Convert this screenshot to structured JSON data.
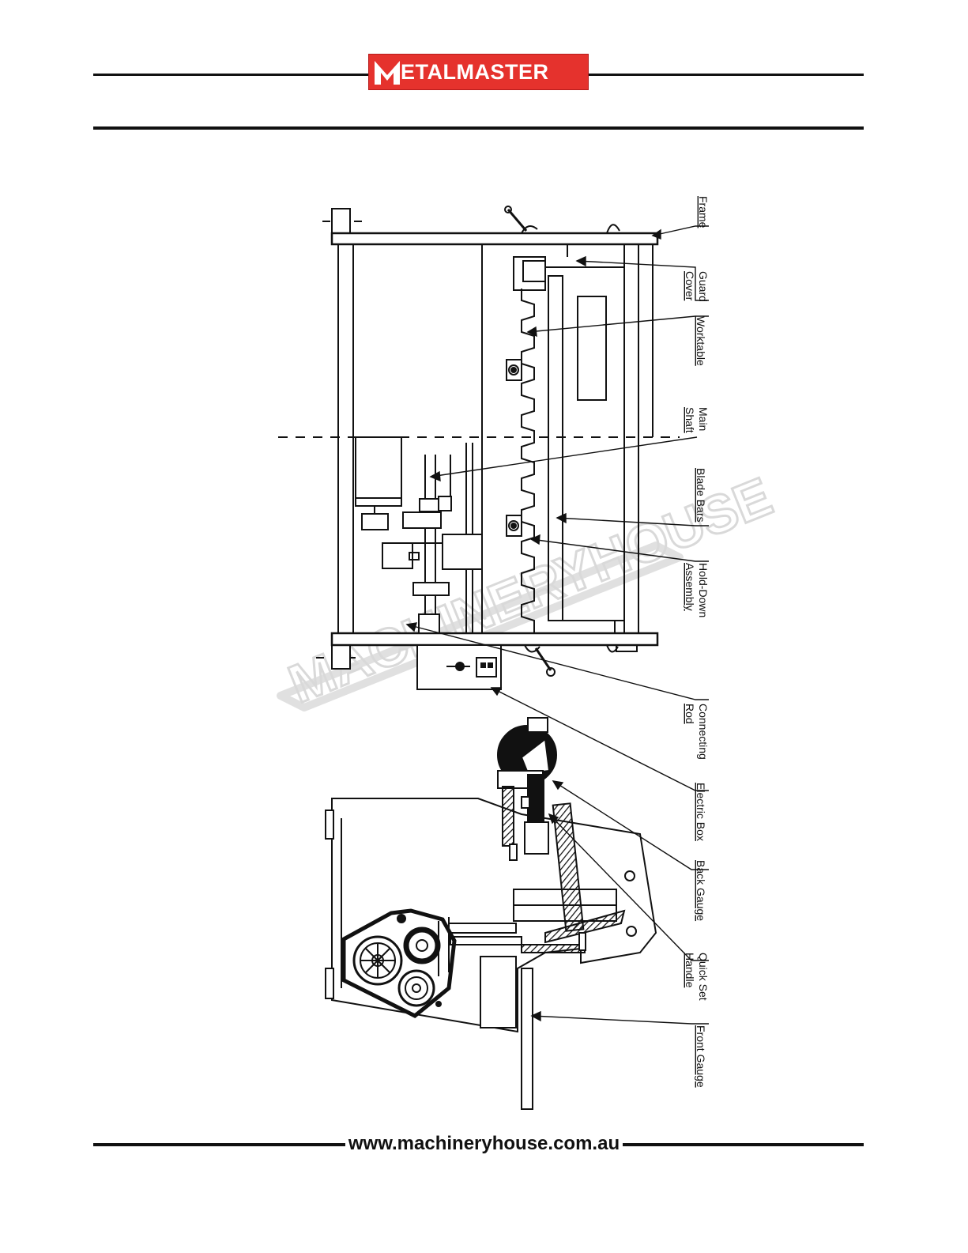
{
  "header": {
    "brand": "ETALMASTER",
    "brand_full": "METALMASTER",
    "brand_color": "#e5322d"
  },
  "diagram": {
    "labels": {
      "frame": "Frame",
      "guard_cover_1": "Guard",
      "guard_cover_2": "Cover",
      "worktable": "Worktable",
      "main_shaft_1": "Main",
      "main_shaft_2": "Shaft",
      "blade_bars": "Blade Bars",
      "hold_down_1": "Hold-Down",
      "hold_down_2": "Assembly",
      "connecting_rod_1": "Connecting",
      "connecting_rod_2": "Rod",
      "electric_box": "Electric Box",
      "back_gauge": "Back Gauge",
      "quick_set_1": "Quick Set",
      "quick_set_2": "Handle",
      "front_gauge": "Front Gauge"
    },
    "watermark": "MACHINERYHOUSE"
  },
  "footer": {
    "url": "www.machineryhouse.com.au"
  }
}
